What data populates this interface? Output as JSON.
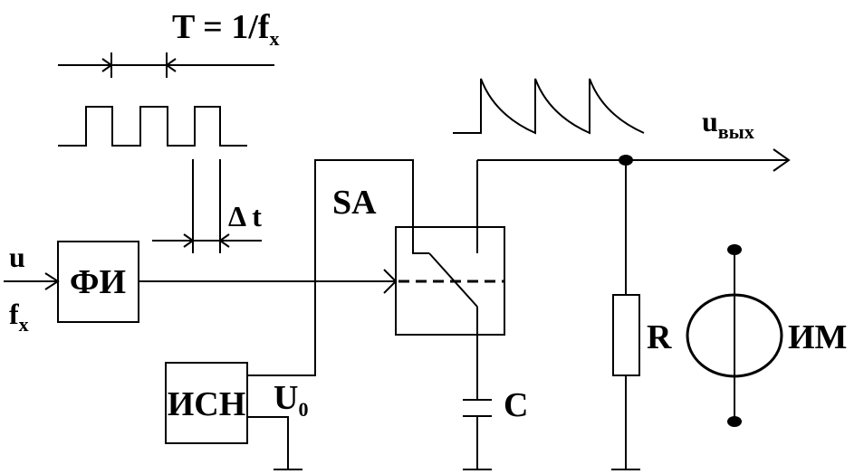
{
  "period": {
    "lhs": "T = 1/f",
    "sub": "x"
  },
  "delta": "Δ t",
  "input": {
    "u": "u",
    "f": "f",
    "f_sub": "x"
  },
  "fi_block": "ФИ",
  "switch_label": "SA",
  "isn_block": "ИСН",
  "u0": {
    "main": "U",
    "sub": "0"
  },
  "capacitor": "C",
  "resistor": "R",
  "output": {
    "main": "u",
    "sub": "вых"
  },
  "meter": "ИМ"
}
